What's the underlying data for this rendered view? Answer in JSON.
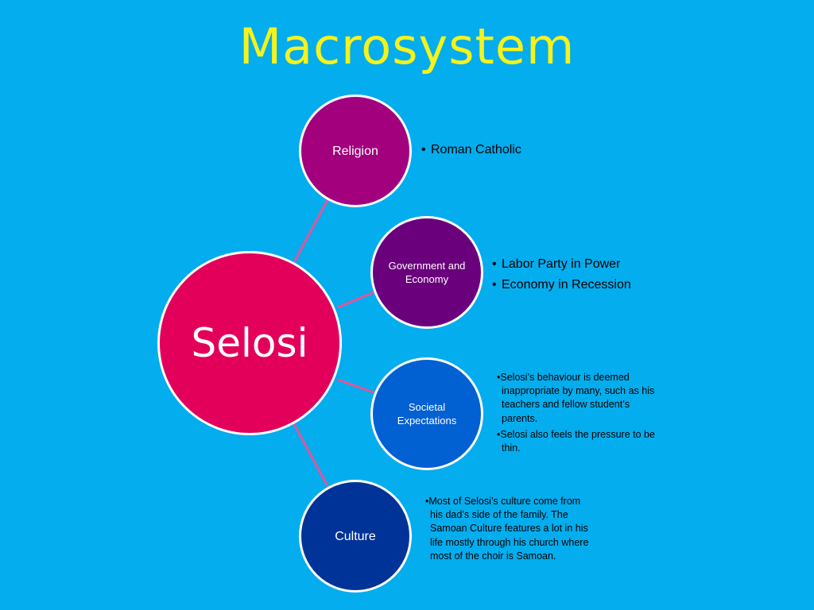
{
  "slide": {
    "title": "Macrosystem",
    "center": {
      "label": "Selosi"
    },
    "nodes": {
      "religion": {
        "label": "Religion",
        "color": "#a2007d",
        "bullets": [
          "Roman Catholic"
        ]
      },
      "government": {
        "label": "Government and Economy",
        "color": "#6a007c",
        "bullets": [
          "Labor Party in Power",
          "Economy in Recession"
        ]
      },
      "societal": {
        "label": "Societal Expectations",
        "color": "#0160d2",
        "bullets": [
          "•Selosi’s behaviour is deemed inappropriate by many, such as his teachers and fellow student’s parents.",
          "•Selosi also feels the pressure to be thin."
        ]
      },
      "culture": {
        "label": "Culture",
        "color": "#003397",
        "bullets": [
          "•Most of Selosi’s culture come from his dad’s side of the family. The Samoan Culture features a lot in his life mostly through his church where most of the choir is Samoan."
        ]
      }
    },
    "colors": {
      "background": "#03adee",
      "title": "#f6f21c",
      "center": "#e3005a",
      "connector": "#e0569a"
    }
  }
}
